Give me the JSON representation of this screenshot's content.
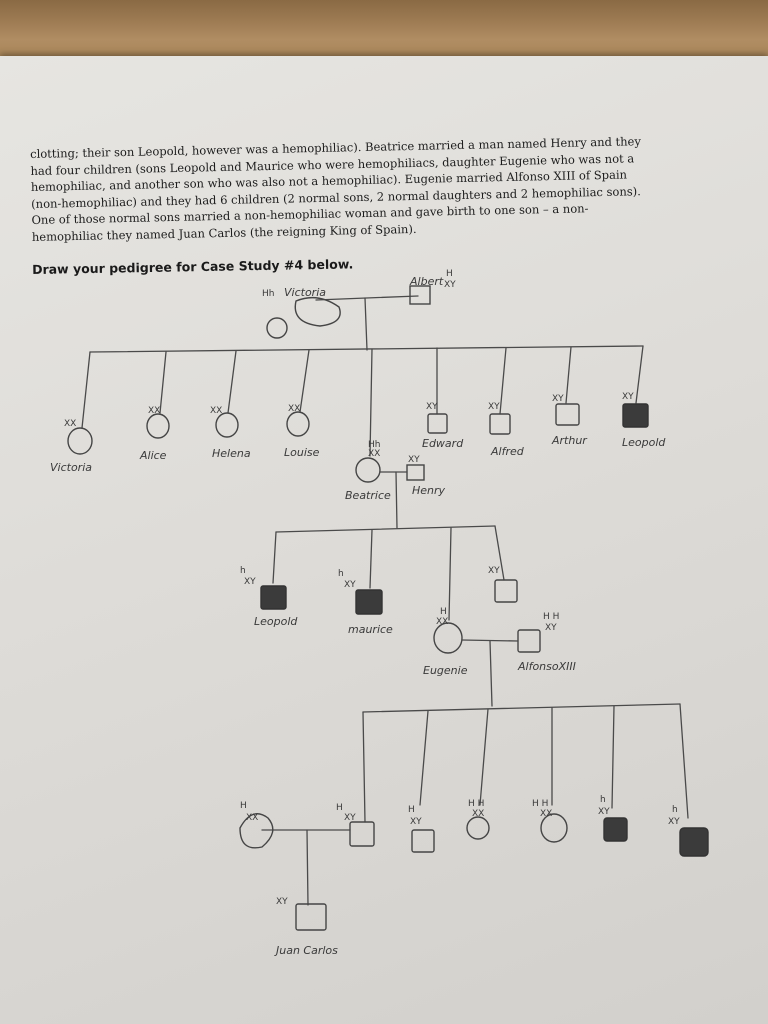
{
  "case_text": {
    "lines": [
      "clotting; their son Leopold, however was a hemophiliac). Beatrice married a man named Henry and they",
      "had four children (sons Leopold and Maurice who were hemophiliacs, daughter Eugenie who was not a",
      "hemophiliac, and another son who was also not a hemophiliac).  Eugenie married Alfonso XIII of Spain",
      "(non-hemophiliac) and they had 6 children (2 normal sons, 2 normal daughters and 2 hemophiliac sons).",
      "One of those normal sons married a non-hemophiliac woman and gave birth to one son – a non-",
      "hemophiliac they named Juan Carlos (the reigning King of Spain)."
    ]
  },
  "heading": "Draw your pedigree for Case Study #4 below.",
  "pedigree": {
    "names": {
      "victoria_top": "Victoria",
      "albert": "Albert",
      "victoria": "Victoria",
      "alice": "Alice",
      "helena": "Helena",
      "louise": "Louise",
      "beatrice": "Beatrice",
      "henry": "Henry",
      "edward": "Edward",
      "alfred": "Alfred",
      "arthur": "Arthur",
      "leopold_gen2": "Leopold",
      "leopold_gen3": "Leopold",
      "maurice": "maurice",
      "eugenie": "Eugenie",
      "alfonso": "AlfonsoXIII",
      "juan_carlos": "Juan Carlos"
    },
    "genotypes": {
      "victoria_top": "Hh",
      "albert_top": "H",
      "albert": "XY",
      "victoria": "XX",
      "alice": "XX",
      "helena": "XX",
      "louise": "XX",
      "beatrice_top": "Hh",
      "beatrice": "XX",
      "henry": "XY",
      "edward": "XY",
      "alfred": "XY",
      "arthur": "XY",
      "leopold_gen2": "XY",
      "leopold_gen3_top": "h",
      "leopold_gen3": "XY",
      "maurice_top": "h",
      "maurice": "XY",
      "eugenie_top": "H",
      "eugenie": "XX",
      "son4": "XY",
      "alfonso_top": "H H",
      "alfonso": "XY",
      "wife_top": "H",
      "wife": "XX",
      "c1_top": "H",
      "c1": "XY",
      "c2_top": "H",
      "c2": "XY",
      "c3_top": "H H",
      "c3": "XX",
      "c4_top": "H H",
      "c4": "XX",
      "c5_top": "h",
      "c5": "XY",
      "c6_top": "h",
      "c6": "XY",
      "juan_carlos": "XY"
    },
    "colors": {
      "affected": "#3b3b3b",
      "unaffected": "none",
      "pencil": "#454545"
    }
  }
}
